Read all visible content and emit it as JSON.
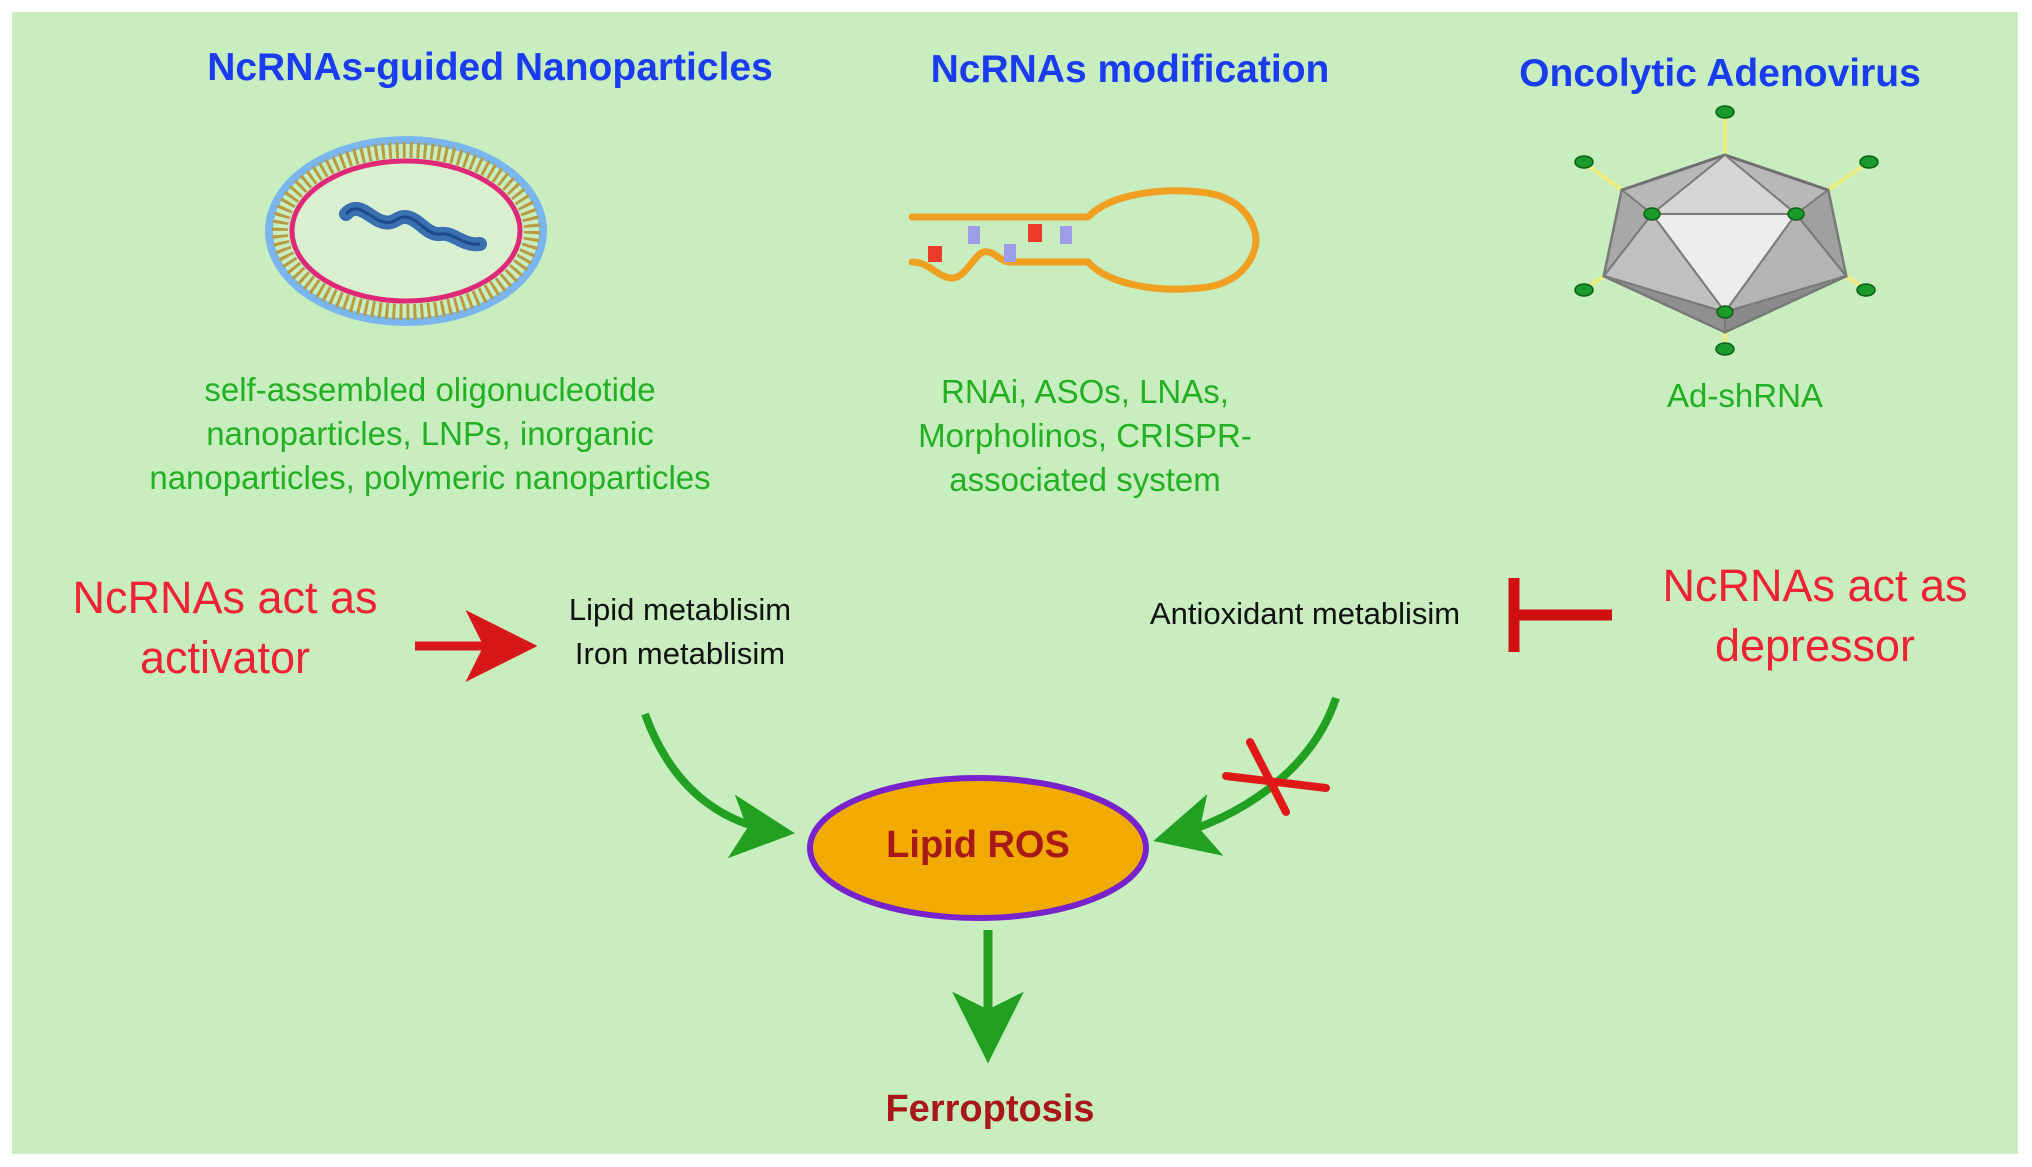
{
  "headings": {
    "nanoparticles": "NcRNAs-guided Nanoparticles",
    "modification": "NcRNAs modification",
    "adenovirus": "Oncolytic Adenovirus"
  },
  "descriptions": {
    "nanoparticles": [
      "self-assembled oligonucleotide",
      "nanoparticles, LNPs, inorganic",
      "nanoparticles, polymeric nanoparticles"
    ],
    "modification": [
      "RNAi, ASOs, LNAs,",
      "Morpholinos, CRISPR-",
      "associated system"
    ],
    "adenovirus": [
      "Ad-shRNA"
    ]
  },
  "activator": {
    "lines": [
      "NcRNAs act as",
      "activator"
    ]
  },
  "depressor": {
    "lines": [
      "NcRNAs act as",
      "depressor"
    ]
  },
  "metabolism": {
    "left": [
      "Lipid metablisim",
      "Iron metablisim"
    ],
    "right": "Antioxidant metablisim"
  },
  "center": {
    "label": "Lipid ROS"
  },
  "outcome": {
    "label": "Ferroptosis"
  },
  "colors": {
    "background": "#c8eec0",
    "heading": "#1a3cf0",
    "description": "#22b022",
    "regulator": "#ee2233",
    "arrow_green": "#22a022",
    "inhibit_red": "#d01010",
    "ros_fill": "#f0aa00",
    "ros_outline": "#7722cc",
    "outcome": "#a81818"
  },
  "icons": [
    "nanoparticle-icon",
    "hairpin-rna-icon",
    "adenovirus-icon"
  ]
}
